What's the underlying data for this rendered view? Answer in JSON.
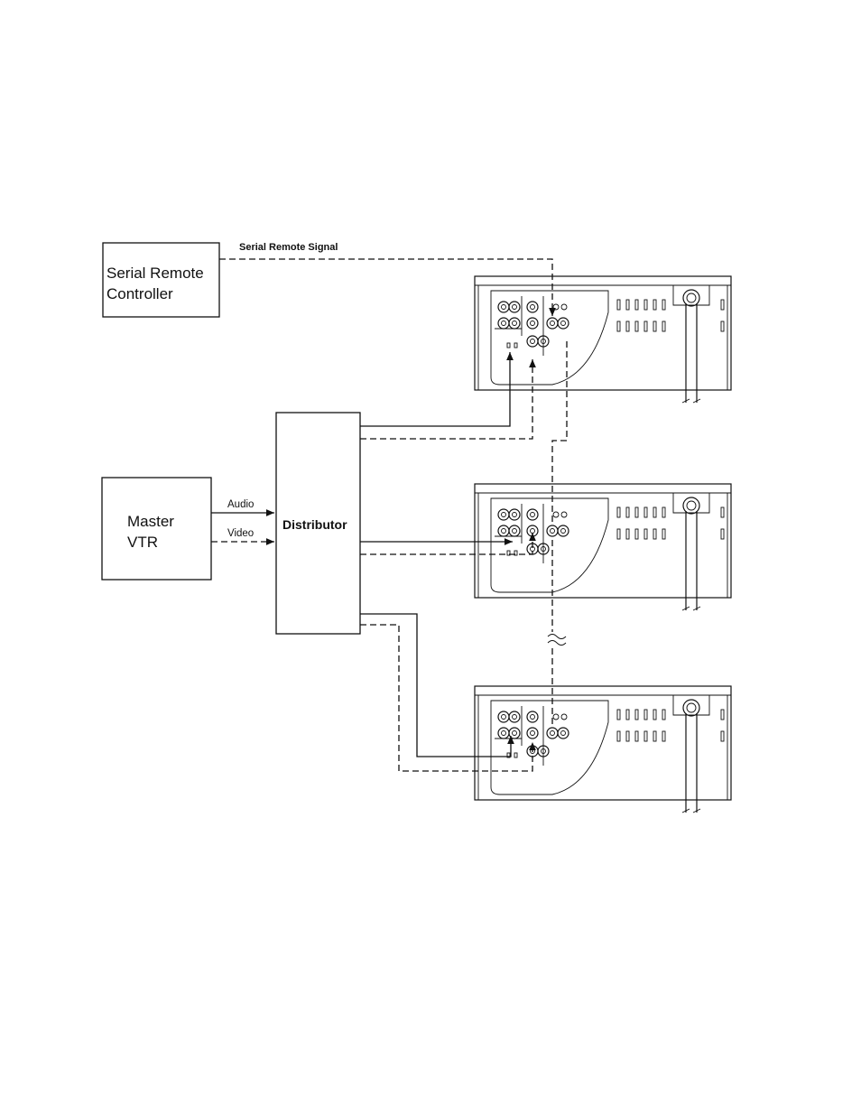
{
  "blocks": {
    "serial_remote_controller": {
      "line1": "Serial Remote",
      "line2": "Controller"
    },
    "master_vtr": {
      "line1": "Master",
      "line2": "VTR"
    },
    "distributor": {
      "label": "Distributor"
    }
  },
  "signals": {
    "serial_remote": "Serial Remote Signal",
    "audio": "Audio",
    "video": "Video"
  },
  "devices": [
    {
      "name": "vtr-unit-top"
    },
    {
      "name": "vtr-unit-middle"
    },
    {
      "name": "vtr-unit-bottom"
    }
  ]
}
